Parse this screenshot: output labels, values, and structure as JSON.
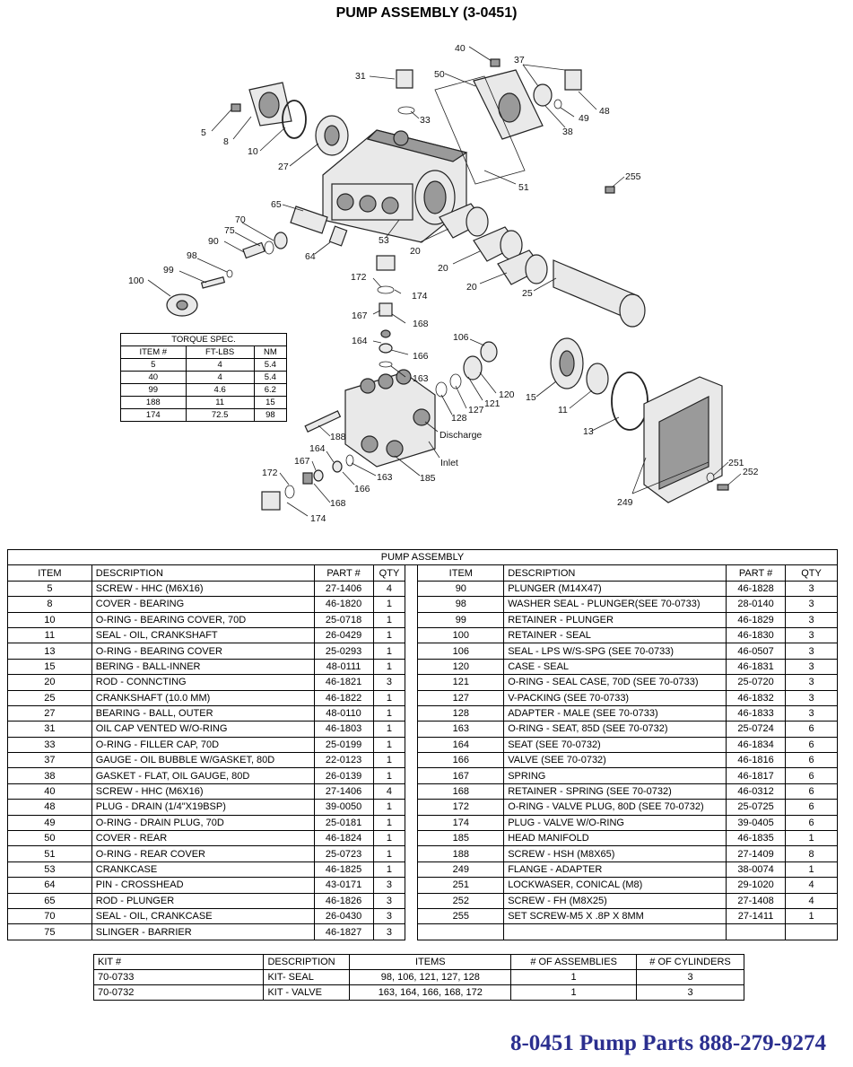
{
  "title": "PUMP ASSEMBLY (3-0451)",
  "callouts": {
    "c5": "5",
    "c8": "8",
    "c10": "10",
    "c27": "27",
    "c31": "31",
    "c33": "33",
    "c40": "40",
    "c50": "50",
    "c37": "37",
    "c49": "49",
    "c48": "48",
    "c38": "38",
    "c51": "51",
    "c255": "255",
    "c65": "65",
    "c70": "70",
    "c75": "75",
    "c90": "90",
    "c98": "98",
    "c99": "99",
    "c100": "100",
    "c64": "64",
    "c53": "53",
    "c20a": "20",
    "c20b": "20",
    "c20c": "20",
    "c25": "25",
    "c172a": "172",
    "c174a": "174",
    "c167a": "167",
    "c168a": "168",
    "c164a": "164",
    "c166a": "166",
    "c163a": "163",
    "c106": "106",
    "c121": "121",
    "c120": "120",
    "c127": "127",
    "c128": "128",
    "c15": "15",
    "c11": "11",
    "c13": "13",
    "c188": "188",
    "c164b": "164",
    "c167b": "167",
    "c166b": "166",
    "c163b": "163",
    "c185": "185",
    "c172b": "172",
    "c168b": "168",
    "c174b": "174",
    "c249": "249",
    "c251": "251",
    "c252": "252",
    "discharge": "Discharge",
    "inlet": "Inlet"
  },
  "torque": {
    "title": "TORQUE SPEC.",
    "headers": [
      "ITEM #",
      "FT-LBS",
      "NM"
    ],
    "rows": [
      [
        "5",
        "4",
        "5.4"
      ],
      [
        "40",
        "4",
        "5.4"
      ],
      [
        "99",
        "4.6",
        "6.2"
      ],
      [
        "188",
        "11",
        "15"
      ],
      [
        "174",
        "72.5",
        "98"
      ]
    ]
  },
  "assembly": {
    "title": "PUMP ASSEMBLY",
    "headers": [
      "ITEM",
      "DESCRIPTION",
      "PART #",
      "QTY",
      "ITEM",
      "DESCRIPTION",
      "PART #",
      "QTY"
    ],
    "left": [
      [
        "5",
        "SCREW - HHC (M6X16)",
        "27-1406",
        "4"
      ],
      [
        "8",
        "COVER - BEARING",
        "46-1820",
        "1"
      ],
      [
        "10",
        "O-RING - BEARING COVER, 70D",
        "25-0718",
        "1"
      ],
      [
        "11",
        "SEAL - OIL, CRANKSHAFT",
        "26-0429",
        "1"
      ],
      [
        "13",
        "O-RING - BEARING COVER",
        "25-0293",
        "1"
      ],
      [
        "15",
        "BERING - BALL-INNER",
        "48-0111",
        "1"
      ],
      [
        "20",
        "ROD - CONNCTING",
        "46-1821",
        "3"
      ],
      [
        "25",
        "CRANKSHAFT (10.0 MM)",
        "46-1822",
        "1"
      ],
      [
        "27",
        "BEARING - BALL, OUTER",
        "48-0110",
        "1"
      ],
      [
        "31",
        "OIL CAP VENTED W/O-RING",
        "46-1803",
        "1"
      ],
      [
        "33",
        "O-RING - FILLER CAP, 70D",
        "25-0199",
        "1"
      ],
      [
        "37",
        "GAUGE - OIL BUBBLE W/GASKET, 80D",
        "22-0123",
        "1"
      ],
      [
        "38",
        "GASKET - FLAT, OIL GAUGE, 80D",
        "26-0139",
        "1"
      ],
      [
        "40",
        "SCREW - HHC (M6X16)",
        "27-1406",
        "4"
      ],
      [
        "48",
        "PLUG - DRAIN (1/4\"X19BSP)",
        "39-0050",
        "1"
      ],
      [
        "49",
        "O-RING - DRAIN PLUG, 70D",
        "25-0181",
        "1"
      ],
      [
        "50",
        "COVER - REAR",
        "46-1824",
        "1"
      ],
      [
        "51",
        "O-RING - REAR COVER",
        "25-0723",
        "1"
      ],
      [
        "53",
        "CRANKCASE",
        "46-1825",
        "1"
      ],
      [
        "64",
        "PIN - CROSSHEAD",
        "43-0171",
        "3"
      ],
      [
        "65",
        "ROD - PLUNGER",
        "46-1826",
        "3"
      ],
      [
        "70",
        "SEAL - OIL, CRANKCASE",
        "26-0430",
        "3"
      ],
      [
        "75",
        "SLINGER - BARRIER",
        "46-1827",
        "3"
      ]
    ],
    "right": [
      [
        "90",
        "PLUNGER (M14X47)",
        "46-1828",
        "3"
      ],
      [
        "98",
        "WASHER SEAL - PLUNGER(SEE 70-0733)",
        "28-0140",
        "3"
      ],
      [
        "99",
        "RETAINER - PLUNGER",
        "46-1829",
        "3"
      ],
      [
        "100",
        "RETAINER - SEAL",
        "46-1830",
        "3"
      ],
      [
        "106",
        "SEAL - LPS W/S-SPG (SEE 70-0733)",
        "46-0507",
        "3"
      ],
      [
        "120",
        "CASE - SEAL",
        "46-1831",
        "3"
      ],
      [
        "121",
        "O-RING - SEAL CASE, 70D (SEE 70-0733)",
        "25-0720",
        "3"
      ],
      [
        "127",
        "V-PACKING (SEE 70-0733)",
        "46-1832",
        "3"
      ],
      [
        "128",
        "ADAPTER - MALE (SEE 70-0733)",
        "46-1833",
        "3"
      ],
      [
        "163",
        "O-RING - SEAT, 85D (SEE 70-0732)",
        "25-0724",
        "6"
      ],
      [
        "164",
        "SEAT (SEE 70-0732)",
        "46-1834",
        "6"
      ],
      [
        "166",
        "VALVE (SEE 70-0732)",
        "46-1816",
        "6"
      ],
      [
        "167",
        "SPRING",
        "46-1817",
        "6"
      ],
      [
        "168",
        "RETAINER - SPRING (SEE 70-0732)",
        "46-0312",
        "6"
      ],
      [
        "172",
        "O-RING - VALVE PLUG, 80D (SEE 70-0732)",
        "25-0725",
        "6"
      ],
      [
        "174",
        "PLUG - VALVE W/O-RING",
        "39-0405",
        "6"
      ],
      [
        "185",
        "HEAD MANIFOLD",
        "46-1835",
        "1"
      ],
      [
        "188",
        "SCREW - HSH (M8X65)",
        "27-1409",
        "8"
      ],
      [
        "249",
        "FLANGE - ADAPTER",
        "38-0074",
        "1"
      ],
      [
        "251",
        "LOCKWASER, CONICAL (M8)",
        "29-1020",
        "4"
      ],
      [
        "252",
        "SCREW - FH (M8X25)",
        "27-1408",
        "4"
      ],
      [
        "255",
        "SET SCREW-M5 X .8P X 8MM",
        "27-1411",
        "1"
      ],
      [
        "",
        "",
        "",
        ""
      ]
    ]
  },
  "kits": {
    "headers": [
      "KIT #",
      "DESCRIPTION",
      "ITEMS",
      "# OF ASSEMBLIES",
      "# OF CYLINDERS"
    ],
    "rows": [
      [
        "70-0733",
        "KIT- SEAL",
        "98, 106, 121, 127, 128",
        "1",
        "3"
      ],
      [
        "70-0732",
        "KIT - VALVE",
        "163, 164, 166, 168, 172",
        "1",
        "3"
      ]
    ]
  },
  "footer": "8-0451 Pump Parts 888-279-9274"
}
